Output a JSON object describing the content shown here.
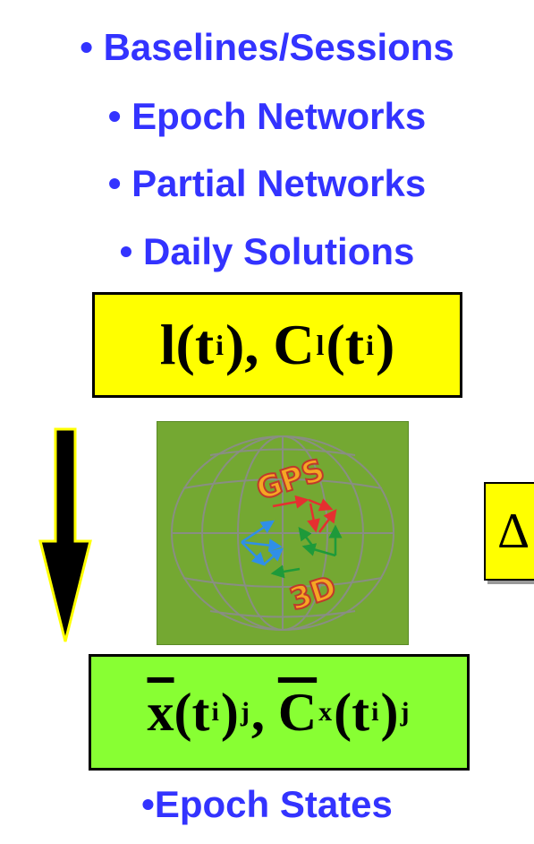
{
  "bullets": [
    "• Baselines/Sessions",
    "• Epoch Networks",
    "• Partial Networks",
    "• Daily Solutions"
  ],
  "formula_top": {
    "l": "l",
    "t": "t",
    "sub_i": "i",
    "C": "C",
    "sub_l": "l"
  },
  "formula_bottom": {
    "x": "x",
    "t": "t",
    "sub_i": "i",
    "sub_j": "j",
    "C": "C",
    "sub_x": "x"
  },
  "delta_box": {
    "symbol": "∆"
  },
  "globe": {
    "label_top": "GPS",
    "label_bottom": "3D"
  },
  "footer": "•Epoch States",
  "colors": {
    "bullet_text": "#3333ff",
    "formula_top_bg": "#ffff00",
    "formula_bottom_bg": "#88ff33",
    "globe_bg": "#74a832",
    "arrow_fill": "#000000",
    "arrow_outline": "#ffff00"
  }
}
